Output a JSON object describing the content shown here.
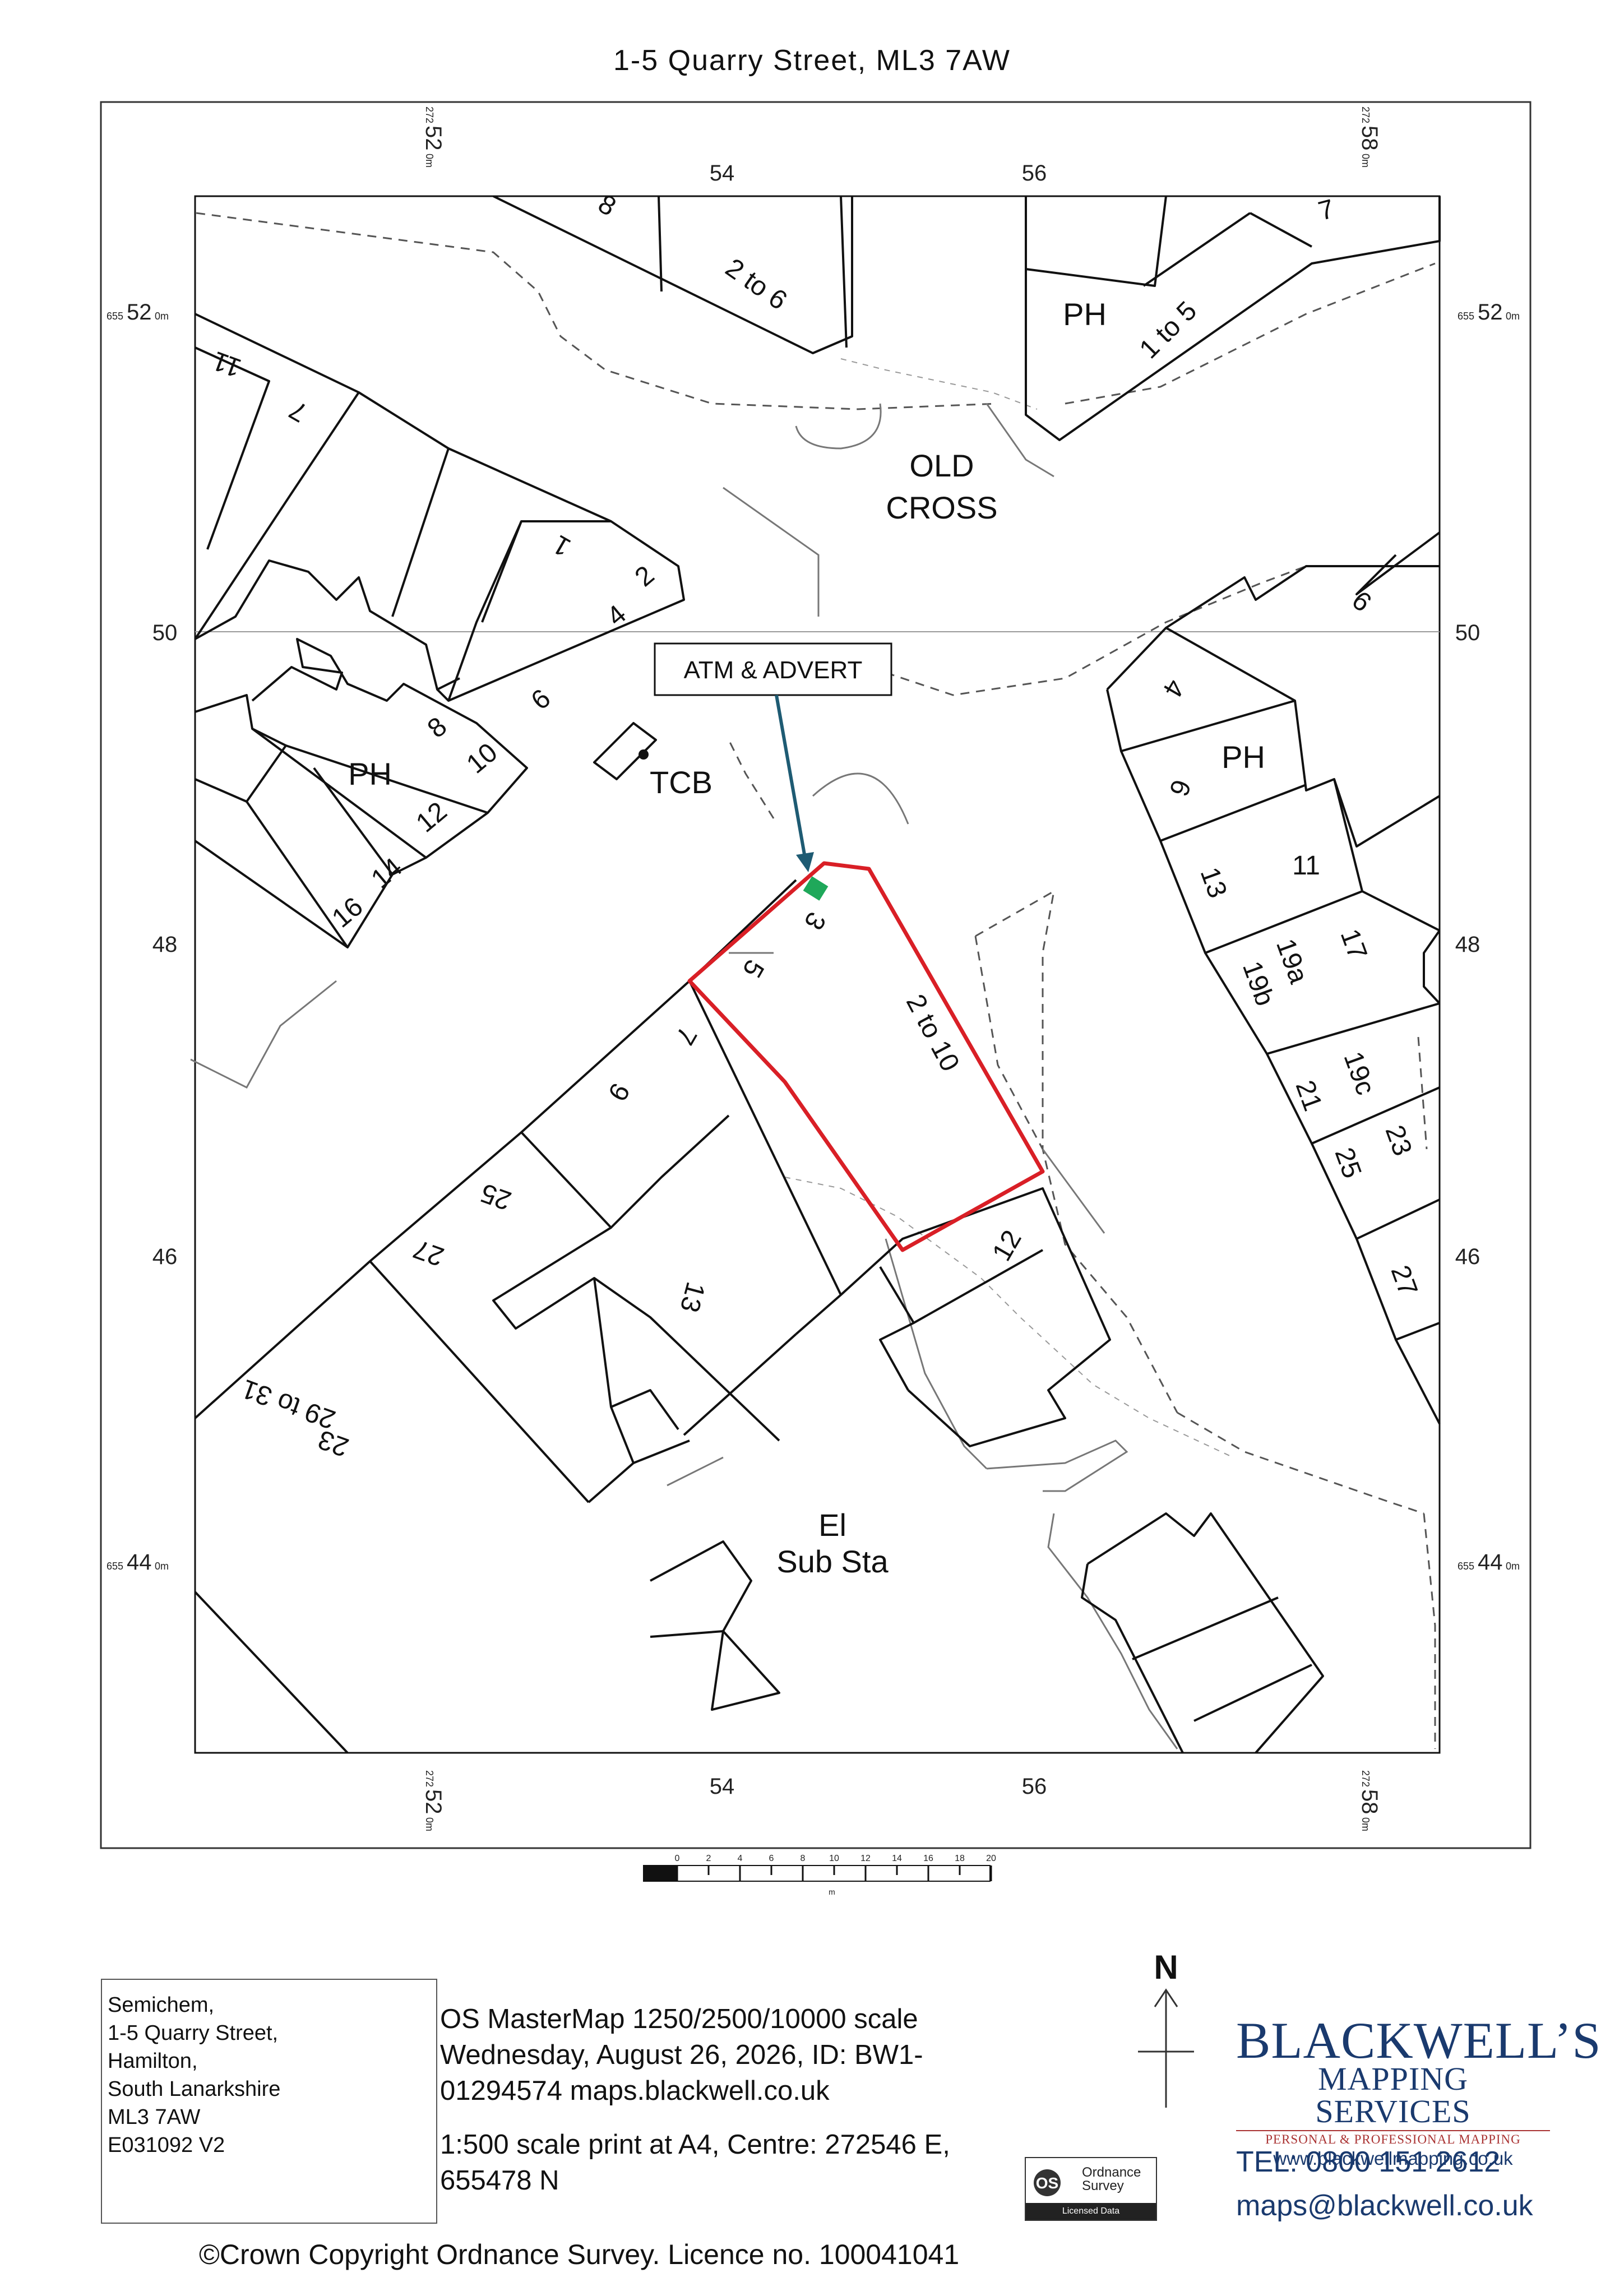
{
  "title": "1-5  Quarry Street, ML3 7AW",
  "grid": {
    "top_labels": [
      "54",
      "56"
    ],
    "bottom_labels": [
      "54",
      "56"
    ],
    "left_labels": [
      "50",
      "48",
      "46"
    ],
    "right_labels": [
      "50",
      "48",
      "46"
    ],
    "corner_easting_prefix": "272",
    "corner_easting_west": "52",
    "corner_easting_east": "58",
    "corner_northing_prefix": "655",
    "corner_northing_north": "52",
    "corner_northing_south": "44",
    "unit": "0m"
  },
  "map_labels": {
    "old_cross_1": "OLD",
    "old_cross_2": "CROSS",
    "ph": "PH",
    "tcb": "TCB",
    "el": "El",
    "sub_sta": "Sub Sta",
    "callout": "ATM & ADVERT"
  },
  "house_numbers": {
    "n8_top": "8",
    "n2to6": "2 to 6",
    "n7_top": "7",
    "n1to5": "1 to 5",
    "n11": "11",
    "n7_left": "7",
    "n1_left": "1",
    "n4": "4",
    "n2": "2",
    "n8_left": "8",
    "n10_left": "10",
    "n6_left": "6",
    "n12_left": "12",
    "n14_left": "14",
    "n16": "16",
    "n9_right": "9",
    "n4_right": "4",
    "n6_right": "6",
    "n13_right": "13",
    "n11_right": "11",
    "n17": "17",
    "n19a": "19a",
    "n19b": "19b",
    "n19c": "19c",
    "n21": "21",
    "n23_right": "23",
    "n25_right": "25",
    "n27_right": "27",
    "n3": "3",
    "n5": "5",
    "n2to10": "2 to 10",
    "n7_low": "7",
    "n9_low": "9",
    "n25_low": "25",
    "n27_low": "27",
    "n13_low": "13",
    "n12_low": "12",
    "n29to31": "29 to 31",
    "n23_low": "23"
  },
  "scale_bar": {
    "ticks": [
      "0",
      "2",
      "4",
      "6",
      "8",
      "10",
      "12",
      "14",
      "16",
      "18",
      "20"
    ],
    "unit": "m"
  },
  "address": {
    "lines": [
      "Semichem,",
      "1-5  Quarry Street,",
      "Hamilton,",
      "South Lanarkshire",
      "ML3 7AW",
      "E031092 V2"
    ]
  },
  "info": {
    "line1": "OS MasterMap 1250/2500/10000 scale",
    "line2": "Wednesday, August 26, 2026, ID: BW1-",
    "line3": "01294574  maps.blackwell.co.uk",
    "line4": "1:500 scale print at A4, Centre: 272546 E,",
    "line5": "655478 N"
  },
  "north": "N",
  "brand": {
    "name": "BLACKWELL’S",
    "sub": "MAPPING SERVICES",
    "tag": "PERSONAL & PROFESSIONAL MAPPING",
    "web": "www.blackwellmapping.co.uk",
    "tel": "TEL: 0800 151 2612",
    "email": "maps@blackwell.co.uk"
  },
  "os_logo": {
    "line1": "Ordnance",
    "line2": "Survey",
    "bar": "Licensed Data"
  },
  "copyright": "©Crown Copyright Ordnance Survey. Licence no. 100041041",
  "colors": {
    "site_boundary": "#d91f26",
    "callout_arrow": "#1e5b73",
    "atm_marker": "#1fa85a",
    "brand": "#1a3a6e"
  }
}
